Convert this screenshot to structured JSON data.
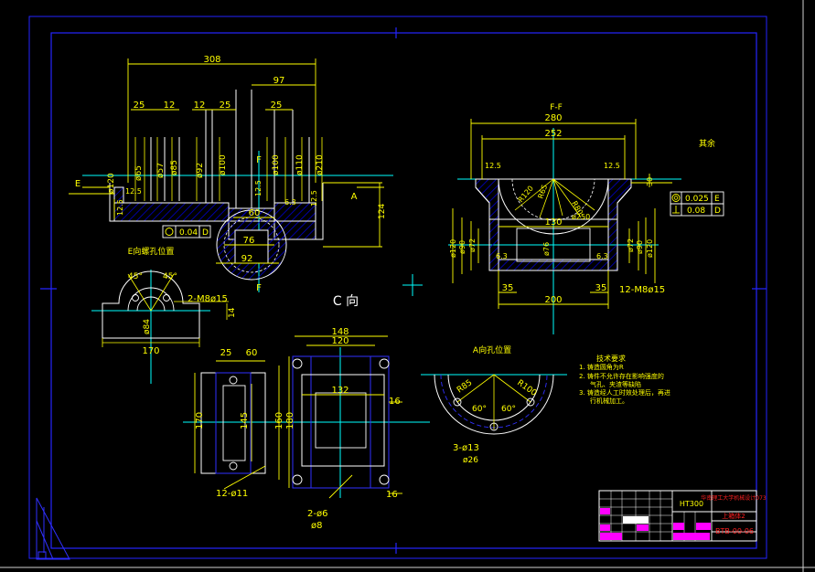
{
  "colors": {
    "background": "#000000",
    "outline": "#ffffff",
    "border": "#2424ff",
    "dimension": "#ffff00",
    "centerline": "#00ffff",
    "hatch": "#0000cc",
    "green": "#00ff00",
    "magenta": "#ff00ff",
    "red": "#ff2020",
    "frame_edge": "#ffffff"
  },
  "front_view": {
    "dims": {
      "len_308": "308",
      "len_97": "97",
      "d25a": "25",
      "d12a": "12",
      "d12b": "12",
      "d25b": "25",
      "d25c": "25",
      "dia_120": "ø120",
      "dia_65": "ø65",
      "dia_57": "ø57",
      "dia_85": "ø85",
      "dia_92": "ø92",
      "dia_100a": "ø100",
      "dia_100b": "ø100",
      "dia_110": "ø110",
      "dia_210": "ø210",
      "r_125a": "12.5",
      "r_125b": "12.5",
      "r_125c": "12.5",
      "r_125d": "12.5",
      "r_63": "6.3",
      "d60": "60",
      "d76": "76",
      "d92": "92",
      "d124": "124",
      "label_e": "E",
      "label_f": "F",
      "tol_flat": "0.04",
      "tol_datum": "D"
    }
  },
  "side_view": {
    "section_label": "F-F",
    "dims": {
      "d280": "280",
      "d252": "252",
      "r125l": "12.5",
      "r125r": "12.5",
      "r120": "R120",
      "r65": "R65",
      "r80": "R80",
      "d250": "ø250",
      "d130": "130",
      "d120l": "ø120",
      "d90l": "ø90",
      "d72l": "ø72",
      "d76": "ø76",
      "d72r": "ø72",
      "d90r": "ø90",
      "d120r": "ø120",
      "r63l": "6.3",
      "r63r": "6.3",
      "d35l": "35",
      "d35r": "35",
      "d200": "200",
      "holes": "12-M8ø15",
      "d30": "30",
      "tol1_val": "0.025",
      "tol1_datum": "E",
      "tol2_val": "0.08",
      "tol2_datum": "D",
      "rest": "其余"
    }
  },
  "e_view": {
    "title": "E向螺孔位置",
    "dims": {
      "a45l": "45°",
      "a45r": "45°",
      "holes": "2-M8ø15",
      "d84": "ø84",
      "d170": "170",
      "d14": "14"
    }
  },
  "c_view": {
    "title": "C 向",
    "dims": {
      "d148": "148",
      "d120": "120",
      "d25": "25",
      "d60": "60",
      "d132": "132",
      "d16a": "16",
      "d16b": "16",
      "d170": "170",
      "d145": "145",
      "d160": "160",
      "d180": "180",
      "holes": "12-ø11",
      "hole2": "2-ø6",
      "hole2b": "ø8"
    }
  },
  "a_view": {
    "title": "A向孔位置",
    "dims": {
      "r85": "R85",
      "r100": "R100",
      "a60l": "60°",
      "a60r": "60°",
      "holes": "3-ø13",
      "sub": "ø26"
    }
  },
  "notes": {
    "title": "技术要求",
    "items": [
      "1. 铸造圆角为R",
      "2. 铸件不允许存在影响强度的",
      "气孔、夹渣等缺陷",
      "3. 铸造经人工时效处理后，再进",
      "行机械加工。"
    ]
  },
  "title_block": {
    "material": "HT300",
    "school": "华南理工大学机械设计073",
    "part_name": "上箱体2",
    "drawing_no": "BTB-00-06"
  }
}
